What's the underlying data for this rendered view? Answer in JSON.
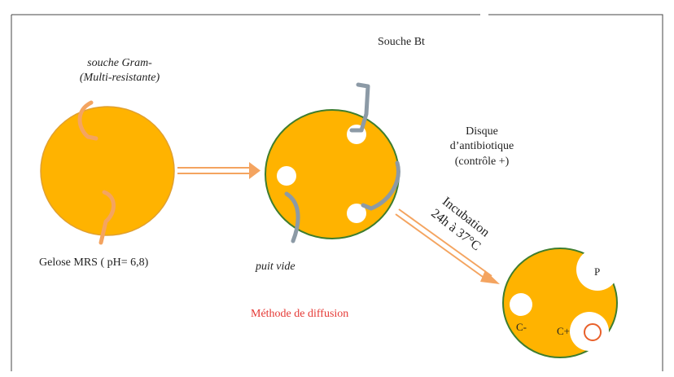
{
  "labels": {
    "gram_strain_line1": "souche Gram-",
    "gram_strain_line2": "(Multi-resistante)",
    "bt_strain": "Souche Bt",
    "disk_line1": "Disque",
    "disk_line2": "d’antibiotique",
    "disk_line3": "(contrôle +)",
    "incubation_line1": "Incubation",
    "incubation_line2": "24h à 37°C",
    "agar_medium": "Gelose MRS ( pH= 6,8)",
    "empty_well": "puit vide",
    "method_title": "Méthode de  diffusion",
    "label_p": "P",
    "label_c_minus": "C-",
    "label_c_plus": "C+"
  },
  "colors": {
    "agar": "#FFB300",
    "dish_rim": "#3E7D2E",
    "arrow": "#F4A460",
    "swab": "#8C9AA6",
    "loop": "#F4A460",
    "method_text": "#E53935",
    "inhibition_ring": "#E8602A",
    "frame": "#333333"
  },
  "icons": {
    "dish": "petri-dish-icon",
    "well": "well-icon",
    "loop": "inoculation-loop-icon",
    "swab": "swab-icon",
    "arrow": "arrow-right-icon"
  }
}
